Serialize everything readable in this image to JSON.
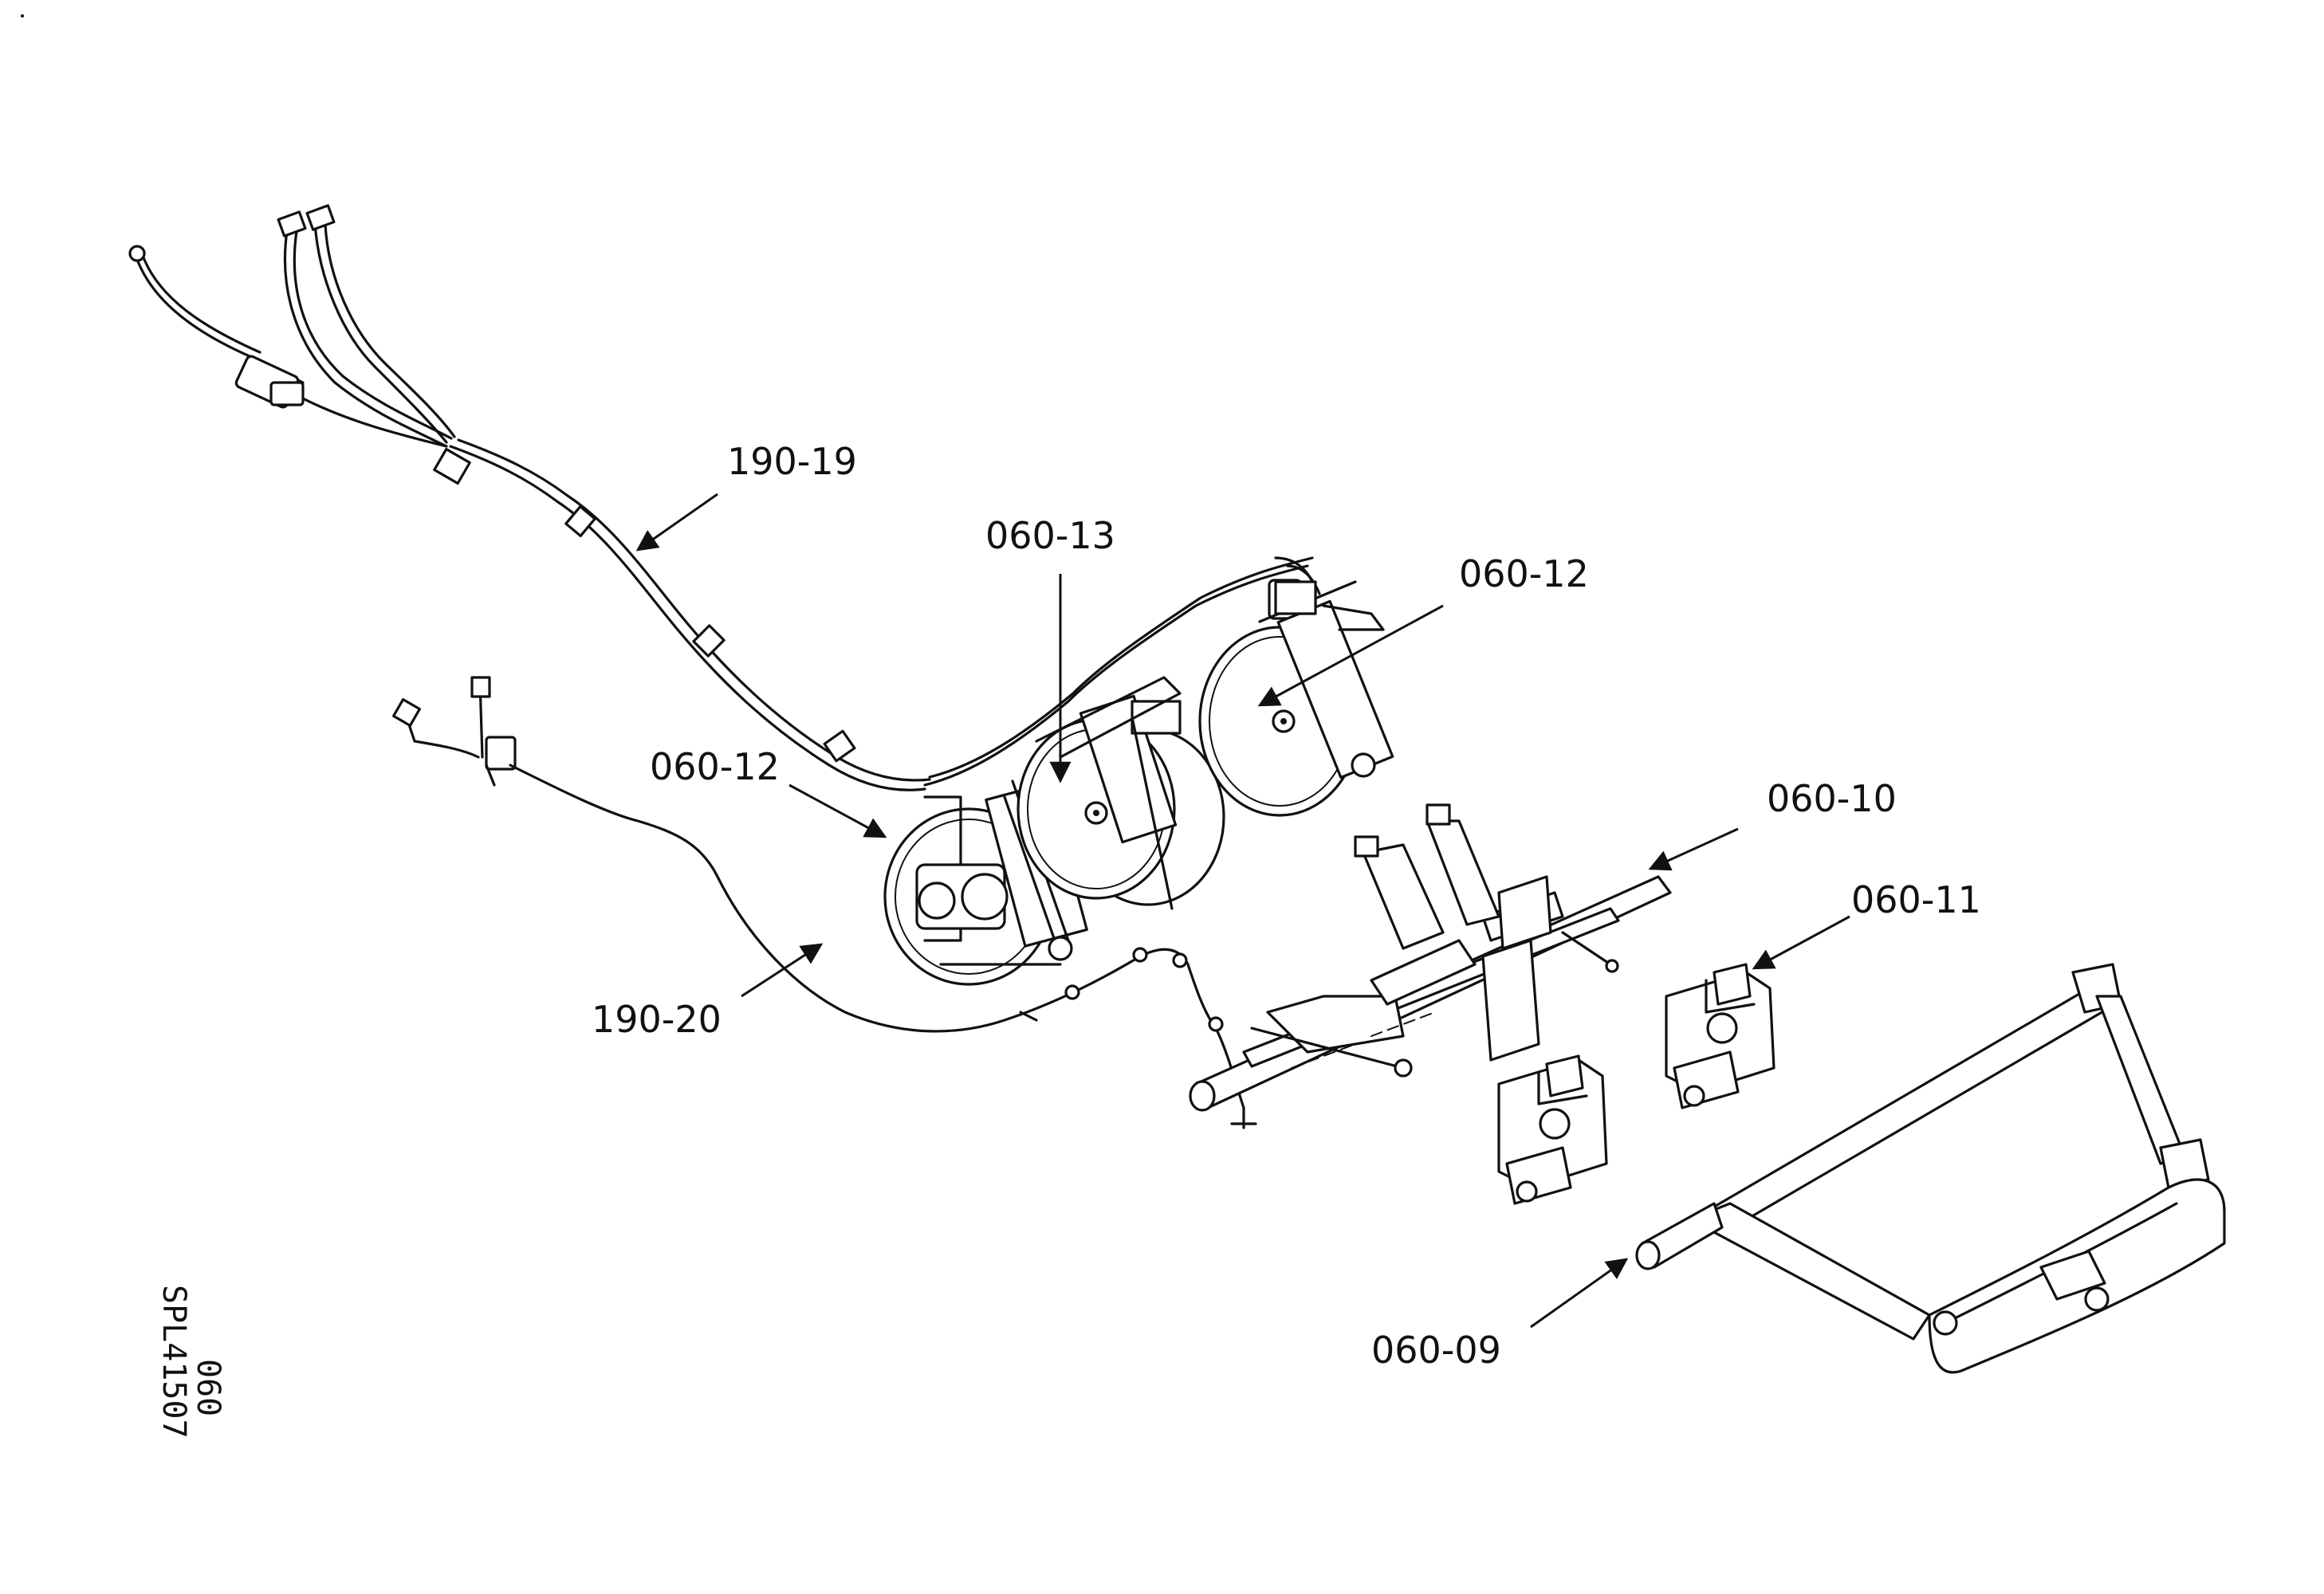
{
  "callouts": {
    "c1": "190-19",
    "c2": "060-13",
    "c3": "060-12",
    "c4": "060-12",
    "c5": "060-10",
    "c6": "060-11",
    "c7": "190-20",
    "c8": "060-09"
  },
  "reference": {
    "code": "SPL41507",
    "section": "060"
  }
}
